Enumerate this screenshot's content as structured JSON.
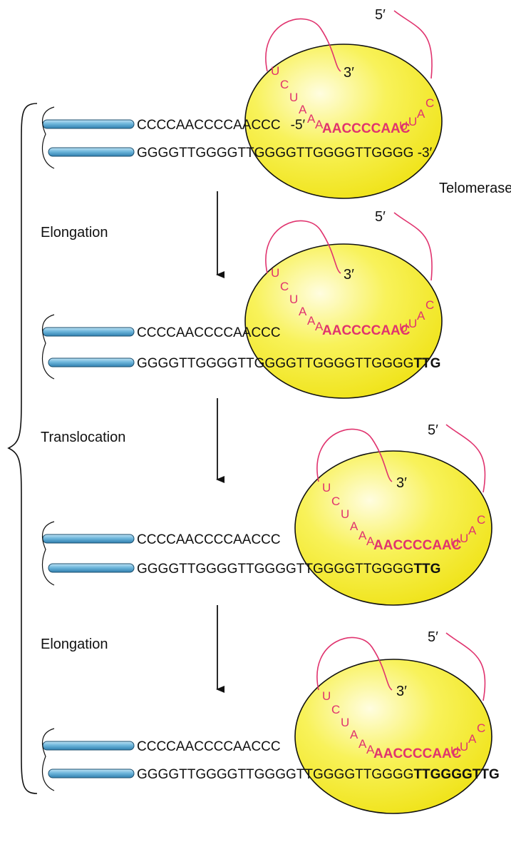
{
  "colors": {
    "rna": "#e0336e",
    "enzyme_fill": "#f5ee2a",
    "enzyme_highlight": "#fffde0",
    "dna_bar": "#6fb7dc",
    "text": "#111111"
  },
  "labels": {
    "telomerase": "Telomerase",
    "step1": "Elongation",
    "step2": "Translocation",
    "step3": "Elongation"
  },
  "rna": {
    "five_prime": "5′",
    "three_prime": "3′",
    "left_letters": [
      "U",
      "C",
      "U",
      "A",
      "A",
      "A"
    ],
    "template": "AACCCCAAC",
    "right_letters": [
      "U",
      "U",
      "A",
      "C"
    ]
  },
  "stages": [
    {
      "top_strand": "CCCCAACCCCAACCC",
      "top_suffix": "-5′",
      "bottom_strand": "GGGGTTGGGGTTGGGGTTGGGGTTGGGG",
      "bottom_new": "",
      "bottom_suffix": " -3′"
    },
    {
      "top_strand": "CCCCAACCCCAACCC",
      "top_suffix": "",
      "bottom_strand": "GGGGTTGGGGTTGGGGTTGGGGTTGGGG",
      "bottom_new": "TTG",
      "bottom_suffix": ""
    },
    {
      "top_strand": "CCCCAACCCCAACCC",
      "top_suffix": "",
      "bottom_strand": "GGGGTTGGGGTTGGGGTTGGGGTTGGGG",
      "bottom_new": "TTG",
      "bottom_suffix": ""
    },
    {
      "top_strand": "CCCCAACCCCAACCC",
      "top_suffix": "",
      "bottom_strand": "GGGGTTGGGGTTGGGGTTGGGGTTGGGG",
      "bottom_new": "TTGGGGTTG",
      "bottom_suffix": ""
    }
  ]
}
